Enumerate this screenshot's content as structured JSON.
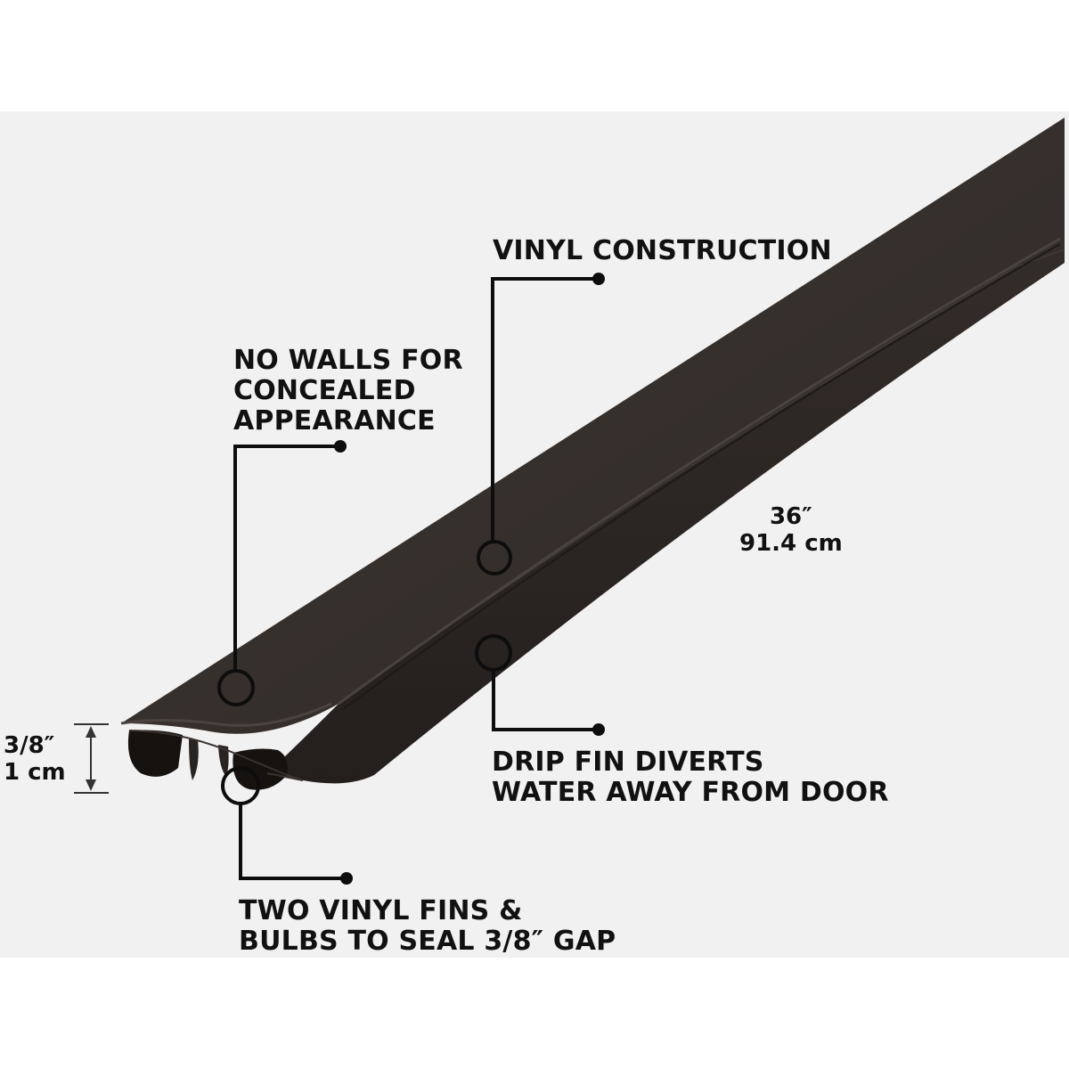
{
  "colors": {
    "background": "#ffffff",
    "panel": "#f1f1f1",
    "product_top": "#3a3330",
    "product_side": "#2b2522",
    "product_dark": "#1a1614",
    "callout": "#0d0d0d",
    "text": "#111111"
  },
  "callouts": [
    {
      "id": "vinyl-construction",
      "lines": [
        "VINYL CONSTRUCTION"
      ]
    },
    {
      "id": "no-walls",
      "lines": [
        "NO WALLS FOR",
        "CONCEALED",
        "APPEARANCE"
      ]
    },
    {
      "id": "drip-fin",
      "lines": [
        "DRIP FIN DIVERTS",
        "WATER AWAY FROM DOOR"
      ]
    },
    {
      "id": "two-fins",
      "lines": [
        "TWO VINYL FINS &",
        "BULBS TO SEAL 3/8″ GAP"
      ]
    }
  ],
  "dimensions": {
    "length": {
      "imperial": "36″",
      "metric": "91.4 cm"
    },
    "height": {
      "imperial": "3/8″",
      "metric": "1 cm"
    }
  }
}
